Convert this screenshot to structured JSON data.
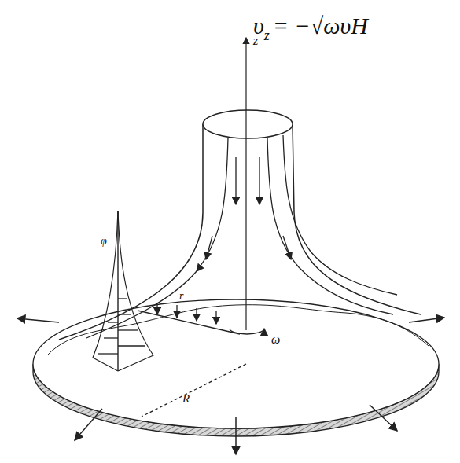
{
  "diagram": {
    "labels": [
      "υ",
      "z",
      "= −√ωυH",
      "z",
      "ω",
      "r",
      "R",
      "φ"
    ]
  }
}
